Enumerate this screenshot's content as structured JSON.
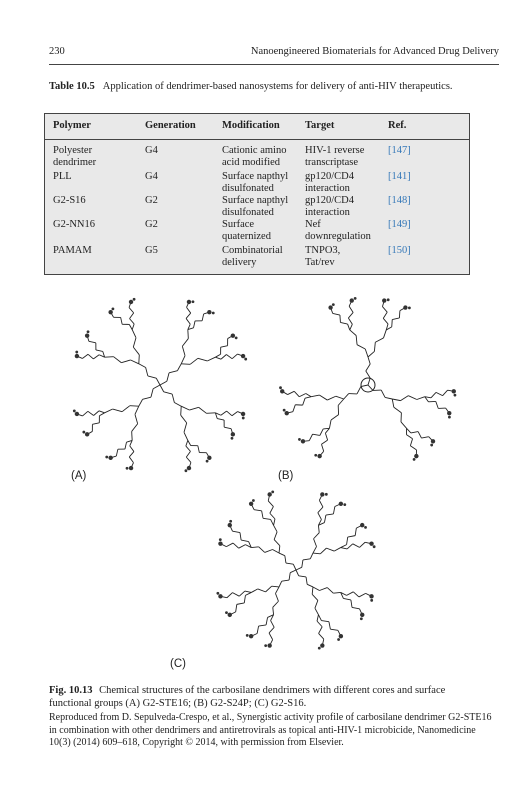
{
  "header": {
    "page_number": "230",
    "running_title": "Nanoengineered Biomaterials for Advanced Drug Delivery"
  },
  "table": {
    "label": "Table 10.5",
    "caption": "Application of dendrimer-based nanosystems for delivery of anti-HIV therapeutics.",
    "columns": [
      "Polymer",
      "Generation",
      "Modification",
      "Target",
      "Ref."
    ],
    "rows": [
      {
        "polymer": [
          "Polyester",
          "dendrimer"
        ],
        "generation": "G4",
        "modification": [
          "Cationic amino",
          "acid modified"
        ],
        "target": [
          "HIV-1 reverse",
          "transcriptase"
        ],
        "ref": "[147]"
      },
      {
        "polymer": [
          "PLL"
        ],
        "generation": "G4",
        "modification": [
          "Surface napthyl",
          "disulfonated"
        ],
        "target": [
          "gp120/CD4",
          "interaction"
        ],
        "ref": "[141]"
      },
      {
        "polymer": [
          "G2-S16"
        ],
        "generation": "G2",
        "modification": [
          "Surface napthyl",
          "disulfonated"
        ],
        "target": [
          "gp120/CD4",
          "interaction"
        ],
        "ref": "[148]"
      },
      {
        "polymer": [
          "G2-NN16"
        ],
        "generation": "G2",
        "modification": [
          "Surface",
          "quaternized"
        ],
        "target": [
          "Nef",
          "downregulation"
        ],
        "ref": "[149]"
      },
      {
        "polymer": [
          "PAMAM"
        ],
        "generation": "G5",
        "modification": [
          "Combinatorial",
          "delivery"
        ],
        "target": [
          "TNPO3,",
          "Tat/rev"
        ],
        "ref": "[150]"
      }
    ]
  },
  "figure": {
    "panels": [
      "(A)",
      "(B)",
      "(C)"
    ],
    "label": "Fig. 10.13",
    "caption": "Chemical structures of the carbosilane dendrimers with different cores and surface functional groups (A) G2-STE16; (B) G2-S24P; (C) G2-S16.",
    "credit": "Reproduced from D. Sepulveda-Crespo, et al., Synergistic activity profile of carbosilane dendrimer G2-STE16 in combination with other dendrimers and antiretrovirals as topical anti-HIV-1 microbicide, Nanomedicine 10(3) (2014) 609–618, Copyright © 2014, with permission from Elsevier."
  }
}
